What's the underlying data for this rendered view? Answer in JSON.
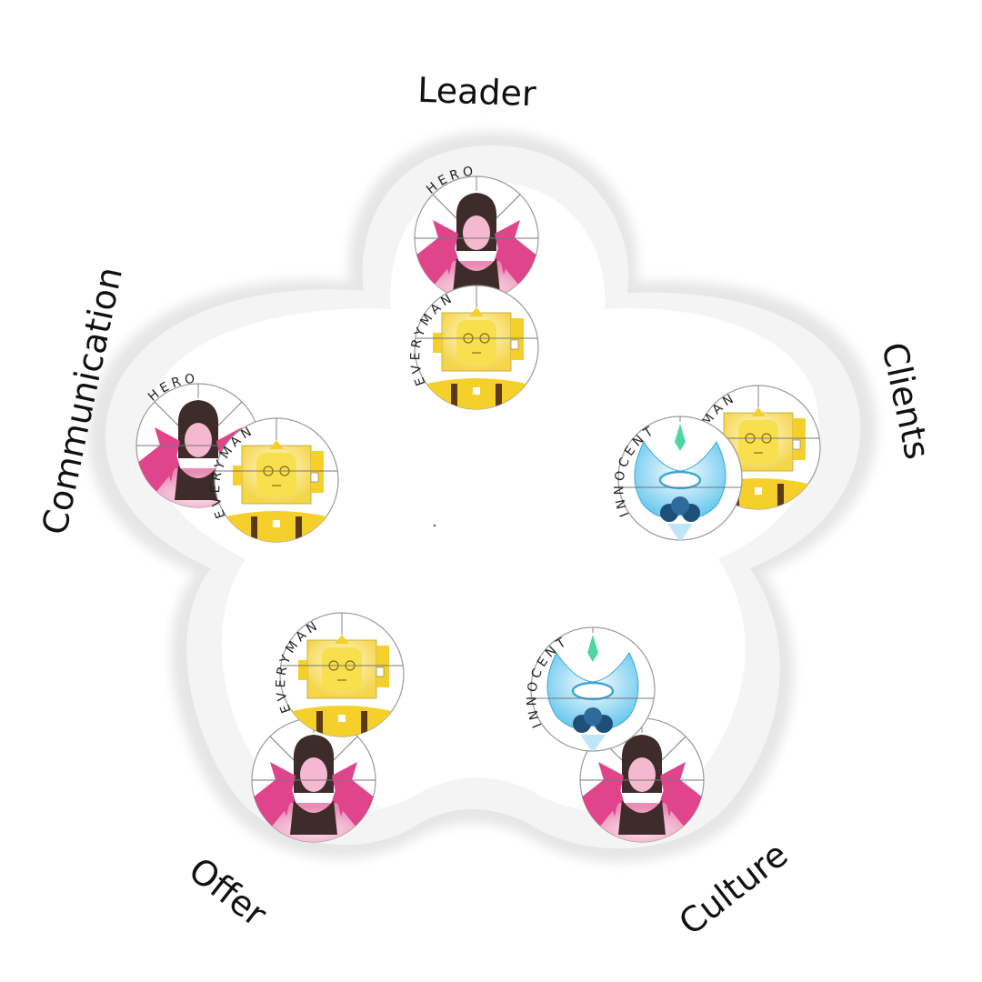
{
  "sections": [
    {
      "id": "leader",
      "label": "Leader"
    },
    {
      "id": "clients",
      "label": "Clients"
    },
    {
      "id": "culture",
      "label": "Culture"
    },
    {
      "id": "offer",
      "label": "Offer"
    },
    {
      "id": "communication",
      "label": "Communication"
    }
  ],
  "archetypes": {
    "hero": {
      "label": "HERO",
      "colors": {
        "primary": "#e0458c",
        "hair": "#3e2c2a",
        "skin": "#f4b8cf"
      }
    },
    "everyman": {
      "label": "EVERYMAN",
      "colors": {
        "primary": "#f5d02b",
        "brown": "#5a3a17",
        "light": "#fff1a6"
      }
    },
    "innocent": {
      "label": "INNOCENT",
      "colors": {
        "primary": "#5ec8f0",
        "light": "#d6f1fc",
        "navy": "#1e4f78",
        "gem": "#4fd6a0"
      }
    }
  },
  "groups": {
    "leader": [
      "hero",
      "everyman"
    ],
    "communication": [
      "hero",
      "everyman"
    ],
    "clients": [
      "everyman",
      "innocent"
    ],
    "offer": [
      "everyman",
      "hero"
    ],
    "culture": [
      "innocent",
      "hero"
    ]
  },
  "colors": {
    "blob_fill": "#f3f3f3",
    "blob_shadow": "#e2e2e2",
    "text": "#111111"
  }
}
